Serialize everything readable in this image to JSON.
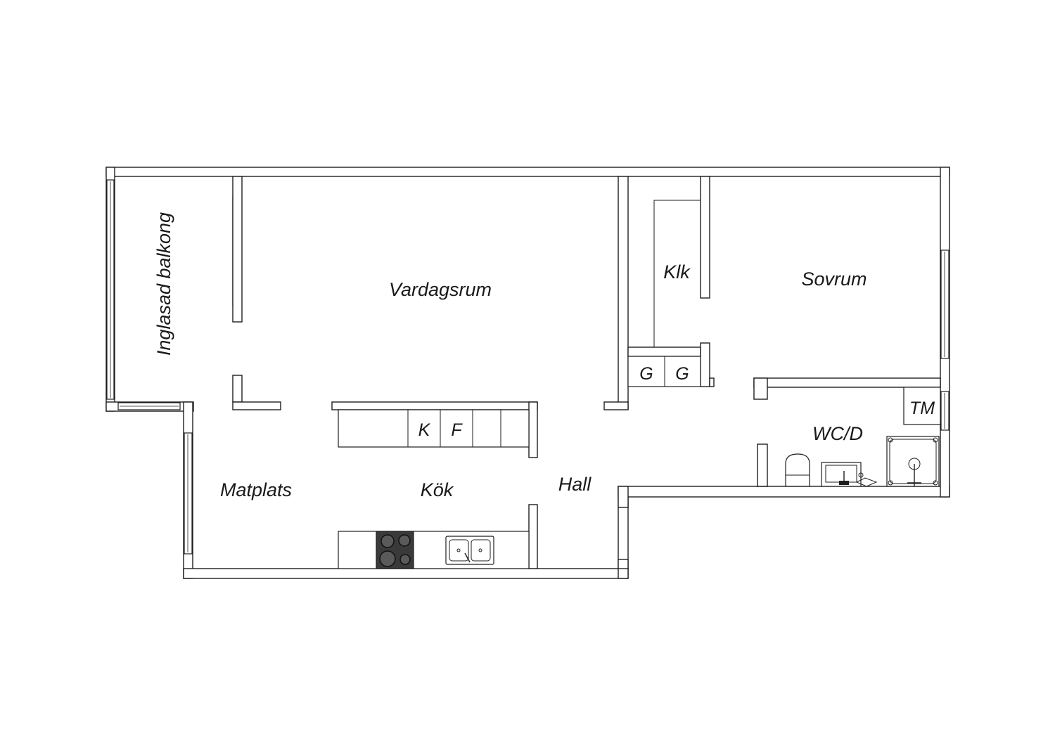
{
  "rooms": {
    "balcony": "Inglasad balkong",
    "living": "Vardagsrum",
    "closet": "Klk",
    "bedroom": "Sovrum",
    "dining": "Matplats",
    "kitchen": "Kök",
    "hall": "Hall",
    "bathroom": "WC/D"
  },
  "fixtures": {
    "fridge": "K",
    "freezer": "F",
    "wardrobe_1": "G",
    "wardrobe_2": "G",
    "washing_machine": "TM"
  },
  "colors": {
    "wall": "#1e1e1e",
    "background": "#ffffff",
    "stove": "#3a3a3a"
  }
}
